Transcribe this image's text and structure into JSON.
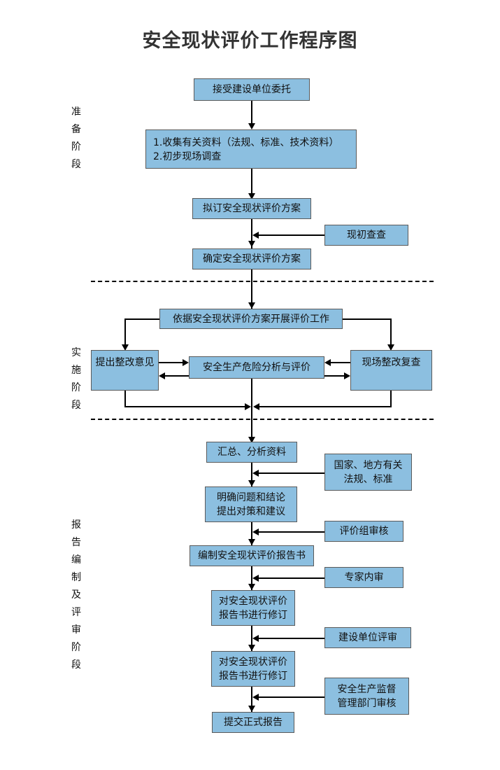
{
  "page": {
    "title": "安全现状评价工作程序图",
    "accent_fill": "#8CBFE0",
    "node_border": "#5a5a5a",
    "connector_color": "#000000",
    "background": "#ffffff"
  },
  "stages": [
    {
      "id": "preparation",
      "label": "准备阶段"
    },
    {
      "id": "implementation",
      "label": "实施阶段"
    },
    {
      "id": "reporting",
      "label": "报告编制及评审阶段"
    }
  ],
  "nodes": {
    "accept_commission": {
      "text": "接受建设单位委托"
    },
    "collect_data": {
      "line1": "1.收集有关资料（法规、标准、技术资料）",
      "line2": "2.初步现场调查"
    },
    "draft_plan": {
      "text": "拟订安全现状评价方案"
    },
    "preliminary_survey": {
      "text": "现初查查"
    },
    "confirm_plan": {
      "text": "确定安全现状评价方案"
    },
    "carry_out_eval": {
      "text": "依据安全现状评价方案开展评价工作"
    },
    "rectify_opinion": {
      "text": "提出整改意见"
    },
    "risk_analysis": {
      "text": "安全生产危险分析与评价"
    },
    "site_recheck": {
      "text": "现场整改复查"
    },
    "summarize_data": {
      "text": "汇总、分析资料"
    },
    "laws_standards": {
      "line1": "国家、地方有关",
      "line2": "法规、标准"
    },
    "clarify_conclusion": {
      "line1": "明确问题和结论",
      "line2": "提出对策和建议"
    },
    "group_review": {
      "text": "评价组审核"
    },
    "compile_report": {
      "text": "编制安全现状评价报告书"
    },
    "expert_review": {
      "text": "专家内审"
    },
    "revise_report_1": {
      "line1": "对安全现状评价",
      "line2": "报告书进行修订"
    },
    "owner_review": {
      "text": "建设单位评审"
    },
    "revise_report_2": {
      "line1": "对安全现状评价",
      "line2": "报告书进行修订"
    },
    "supervision_review": {
      "line1": "安全生产监督",
      "line2": "管理部门审核"
    },
    "submit_report": {
      "text": "提交正式报告"
    }
  },
  "chart_data": {
    "type": "flowchart",
    "title": "安全现状评价工作程序图",
    "phases": [
      {
        "name": "准备阶段",
        "steps": [
          "接受建设单位委托",
          "1.收集有关资料（法规、标准、技术资料） 2.初步现场调查",
          "拟订安全现状评价方案",
          "确定安全现状评价方案"
        ],
        "side_inputs": [
          "现初查查"
        ]
      },
      {
        "name": "实施阶段",
        "steps": [
          "依据安全现状评价方案开展评价工作",
          "提出整改意见",
          "安全生产危险分析与评价",
          "现场整改复查"
        ],
        "side_inputs": []
      },
      {
        "name": "报告编制及评审阶段",
        "steps": [
          "汇总、分析资料",
          "明确问题和结论 提出对策和建议",
          "编制安全现状评价报告书",
          "对安全现状评价报告书进行修订",
          "对安全现状评价报告书进行修订",
          "提交正式报告"
        ],
        "side_inputs": [
          "国家、地方有关法规、标准",
          "评价组审核",
          "专家内审",
          "建设单位评审",
          "安全生产监督管理部门审核"
        ]
      }
    ]
  }
}
